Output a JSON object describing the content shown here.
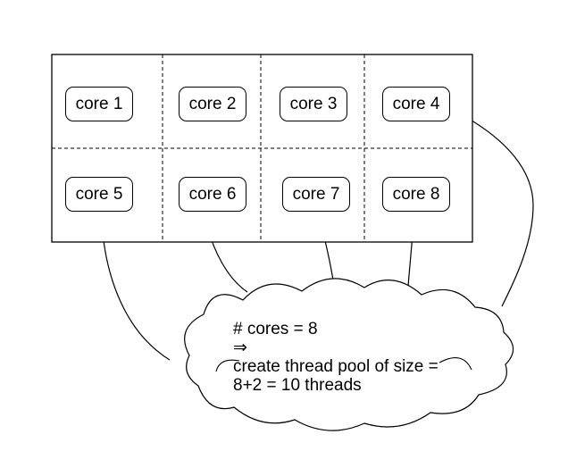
{
  "canvas": {
    "background_color": "#ffffff",
    "stroke_color": "#000000"
  },
  "cpu_grid": {
    "cores": [
      {
        "label": "core 1"
      },
      {
        "label": "core 2"
      },
      {
        "label": "core 3"
      },
      {
        "label": "core 4"
      },
      {
        "label": "core 5"
      },
      {
        "label": "core 6"
      },
      {
        "label": "core 7"
      },
      {
        "label": "core 8"
      }
    ]
  },
  "cloud_note": {
    "lines": [
      "# cores = 8",
      "⇒",
      "create thread pool of size =",
      "8+2 = 10 threads"
    ]
  }
}
